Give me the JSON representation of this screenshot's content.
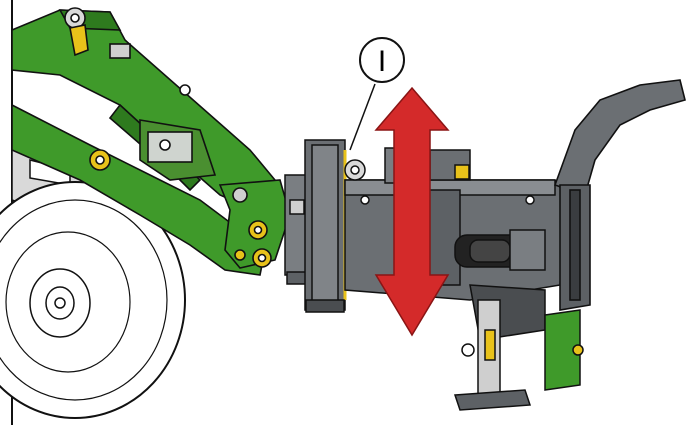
{
  "diagram": {
    "callout": {
      "label": "I"
    },
    "colors": {
      "implement_green": "#3f9a2a",
      "dark_green": "#2e7a1e",
      "frame_gray": "#6b6f73",
      "frame_dark": "#4a4d50",
      "arrow_red": "#d42a2a",
      "accent_yellow": "#e8c21a",
      "outline": "#111111"
    },
    "icons": {
      "movement_arrow": "double-headed-vertical-arrow",
      "callout_marker": "circle-callout"
    }
  }
}
